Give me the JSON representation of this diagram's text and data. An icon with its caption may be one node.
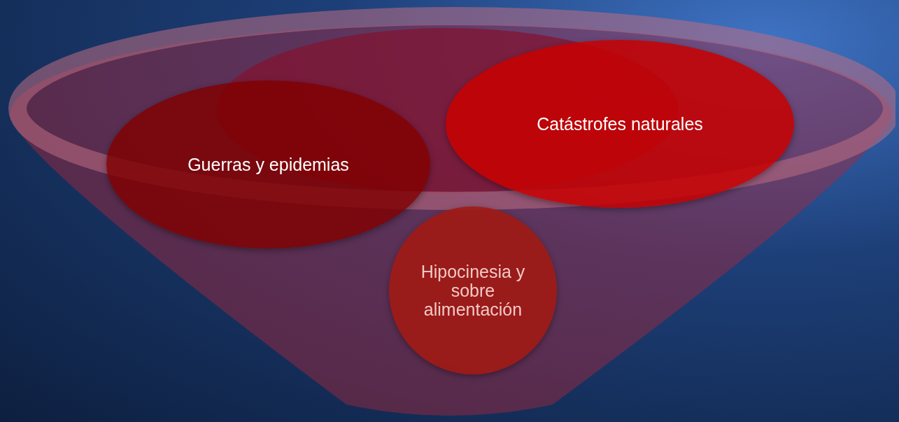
{
  "diagram": {
    "nodes": [
      {
        "text": [],
        "shape": "funnel"
      },
      {
        "text": [
          "Guerras y epidemias"
        ],
        "in": 0
      },
      {
        "text": [
          "Catástrofes naturales"
        ],
        "in": 0
      },
      {
        "text": [
          "Hipocinesia y sobre alimentación"
        ],
        "in": 0
      }
    ],
    "edges": []
  }
}
